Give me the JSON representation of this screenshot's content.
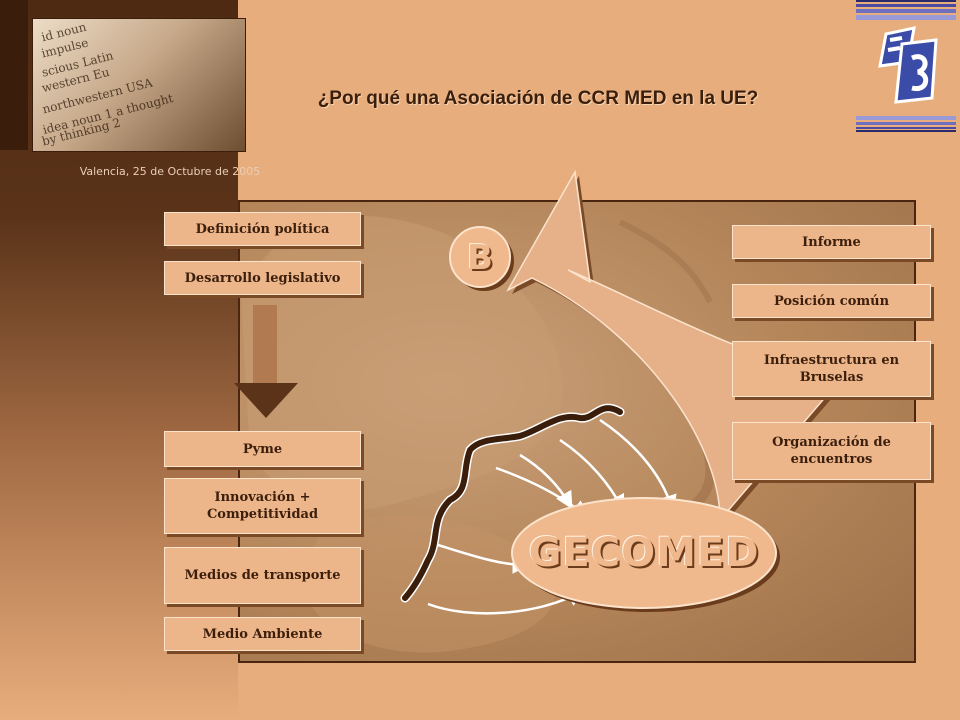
{
  "header": {
    "title": "¿Por qué una Asociación de CCR MED en la UE?",
    "date": "Valencia, 25 de Octubre de 2005"
  },
  "photo": {
    "lines": [
      "id noun",
      "impulse",
      "scious  Latin",
      "western  Eu",
      "northwestern USA",
      "idea noun 1 a thought",
      "by thinking  2"
    ]
  },
  "left_labels": {
    "politica": "Definición política",
    "legislativo": "Desarrollo legislativo",
    "pyme": "Pyme",
    "innovacion": "Innovación + Competitividad",
    "transporte": "Medios de transporte",
    "ambiente": "Medio Ambiente"
  },
  "right_labels": {
    "informe": "Informe",
    "posicion": "Posición común",
    "infraestructura": "Infraestructura en Bruselas",
    "organizacion": "Organización de encuentros"
  },
  "center": {
    "gecomed": "GECOMED",
    "b": "B"
  },
  "colors": {
    "background": "#e8ad7c",
    "dark_brown": "#4a2610",
    "label_fill": "#edb58a",
    "label_shadow": "#7a4a27"
  }
}
